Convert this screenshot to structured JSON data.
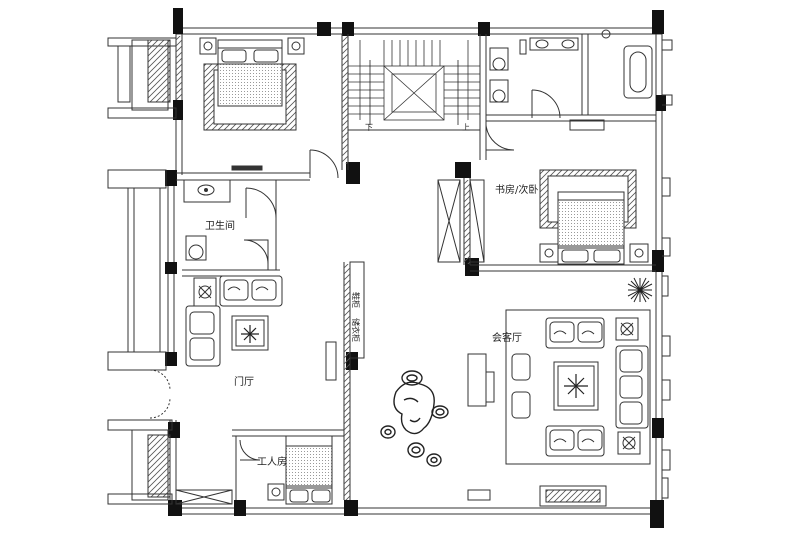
{
  "rooms": {
    "study_second_bedroom": "书房/次卧",
    "bathroom": "卫生间",
    "entrance_hall": "门厅",
    "living_room": "会客厅",
    "servant_room": "工人房"
  },
  "stair": {
    "down": "下",
    "up": "上"
  },
  "wall_cabinet_labels": {
    "shoe_cabinet": "鞋柜",
    "storage_cabinet": "储衣柜"
  },
  "colors": {
    "wall": "#111111",
    "line": "#333333",
    "hatch": "#555555"
  }
}
